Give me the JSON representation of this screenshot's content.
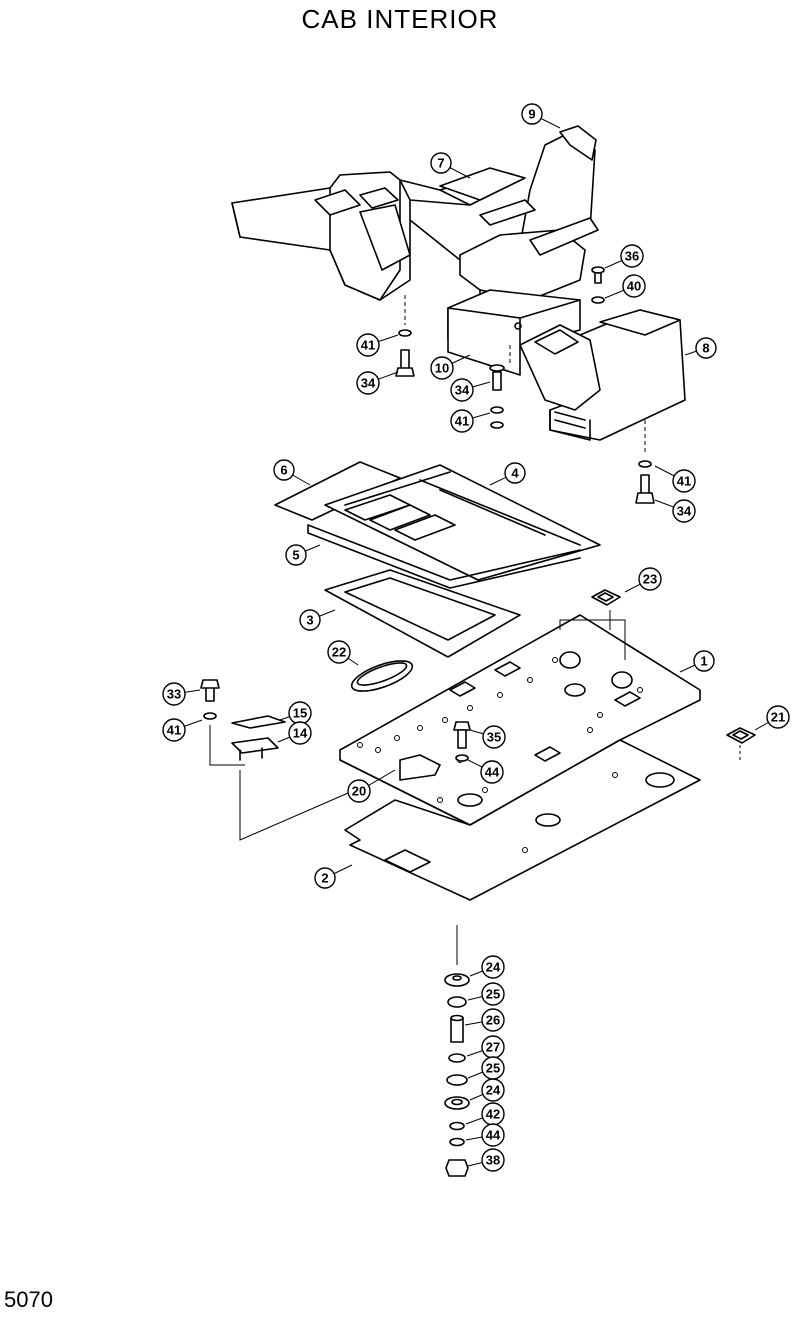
{
  "title": "CAB  INTERIOR",
  "page_code": "5070",
  "callouts": [
    {
      "id": "c9",
      "label": "9"
    },
    {
      "id": "c7",
      "label": "7"
    },
    {
      "id": "c36",
      "label": "36"
    },
    {
      "id": "c40",
      "label": "40"
    },
    {
      "id": "c8",
      "label": "8"
    },
    {
      "id": "c41a",
      "label": "41"
    },
    {
      "id": "c34a",
      "label": "34"
    },
    {
      "id": "c10",
      "label": "10"
    },
    {
      "id": "c34b",
      "label": "34"
    },
    {
      "id": "c41b",
      "label": "41"
    },
    {
      "id": "c41c",
      "label": "41"
    },
    {
      "id": "c34c",
      "label": "34"
    },
    {
      "id": "c6",
      "label": "6"
    },
    {
      "id": "c4",
      "label": "4"
    },
    {
      "id": "c5",
      "label": "5"
    },
    {
      "id": "c23",
      "label": "23"
    },
    {
      "id": "c3",
      "label": "3"
    },
    {
      "id": "c22",
      "label": "22"
    },
    {
      "id": "c1",
      "label": "1"
    },
    {
      "id": "c33",
      "label": "33"
    },
    {
      "id": "c15",
      "label": "15"
    },
    {
      "id": "c41d",
      "label": "41"
    },
    {
      "id": "c14",
      "label": "14"
    },
    {
      "id": "c35",
      "label": "35"
    },
    {
      "id": "c21",
      "label": "21"
    },
    {
      "id": "c44a",
      "label": "44"
    },
    {
      "id": "c20",
      "label": "20"
    },
    {
      "id": "c2",
      "label": "2"
    },
    {
      "id": "c24a",
      "label": "24"
    },
    {
      "id": "c25a",
      "label": "25"
    },
    {
      "id": "c26",
      "label": "26"
    },
    {
      "id": "c27",
      "label": "27"
    },
    {
      "id": "c25b",
      "label": "25"
    },
    {
      "id": "c24b",
      "label": "24"
    },
    {
      "id": "c42",
      "label": "42"
    },
    {
      "id": "c44b",
      "label": "44"
    },
    {
      "id": "c38",
      "label": "38"
    }
  ]
}
